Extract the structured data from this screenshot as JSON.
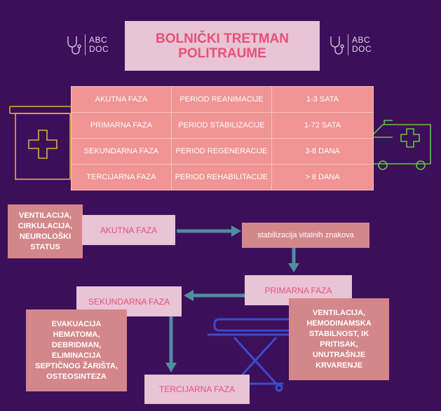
{
  "title": {
    "line1": "BOLNIČKI TRETMAN",
    "line2": "POLITRAUME"
  },
  "logo": {
    "line1": "ABC",
    "line2": "DOC"
  },
  "phase_table": [
    {
      "phase": "AKUTNA FAZA",
      "period": "PERIOD REANIMACIJE",
      "duration": "1-3 SATA"
    },
    {
      "phase": "PRIMARNA FAZA",
      "period": "PERIOD STABILIZACIJE",
      "duration": "1-72 SATA"
    },
    {
      "phase": "SEKUNDARNA FAZA",
      "period": "PERIOD REGENERACIJE",
      "duration": "3-8 DANA"
    },
    {
      "phase": "TERCIJARNA FAZA",
      "period": "PERIOD REHABILITACIJE",
      "duration": "> 8 DANA"
    }
  ],
  "flow": {
    "acute_notes": "VENTILACIJA, CIRKULACIJA, NEUROLOŠKI STATUS",
    "acute": "AKUTNA FAZA",
    "stabilization": "stabilizacija vitalnih znakova",
    "primary": "PRIMARNA FAZA",
    "secondary": "SEKUNDARNA FAZA",
    "primary_notes": "VENTILACIJA, HEMODINAMSKA STABILNOST, IK PRITISAK, UNUTRAŠNJE KRVARENJE",
    "secondary_notes": "EVAKUACIJA HEMATOMA, DEBRIDMAN, ELIMINACIJA SEPTIČNOG ŽARIŠTA, OSTEOSINTEZA",
    "tertiary": "TERCIJARNA FAZA"
  },
  "colors": {
    "background": "#3c0f5a",
    "title_box": "#e8c4d4",
    "title_text": "#e8507a",
    "table_fill": "#f09494",
    "note_fill": "#d4878a",
    "arrow": "#4f8fa0",
    "sign_outline": "#e0b030",
    "ambulance_outline": "#6ac04a"
  },
  "icons": [
    "stethoscope-icon",
    "hospital-sign-icon",
    "ambulance-icon",
    "stretcher-icon"
  ]
}
